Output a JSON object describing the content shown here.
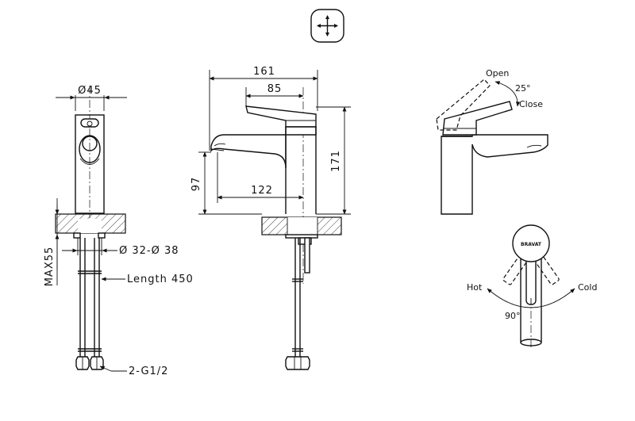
{
  "labels": {
    "dia45": "Ø45",
    "dia32_38": "Ø 32-Ø 38",
    "max55": "MAX55",
    "length450": "Length 450",
    "thread": "2-G1/2",
    "dim161": "161",
    "dim85": "85",
    "dim171": "171",
    "dim97": "97",
    "dim122": "122",
    "open": "Open",
    "close": "Close",
    "angle25": "25°",
    "hot": "Hot",
    "cold": "Cold",
    "angle90": "90°",
    "brand": "BRAVAT"
  }
}
